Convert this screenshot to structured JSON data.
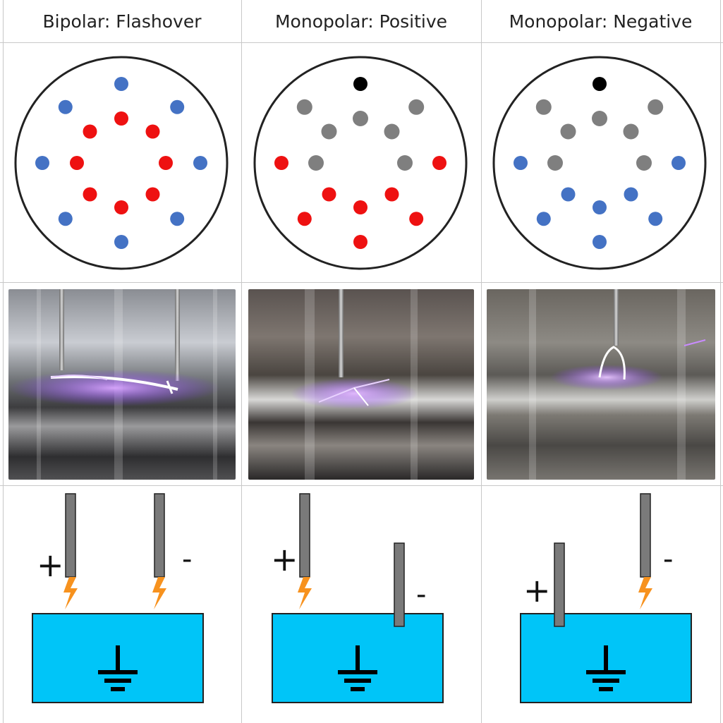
{
  "columns": [
    {
      "title": "Bipolar: Flashover",
      "dots": [
        {
          "pos": 0,
          "color": "blue"
        },
        {
          "pos": 45,
          "color": "blue"
        },
        {
          "pos": 90,
          "color": "blue"
        },
        {
          "pos": 135,
          "color": "blue"
        },
        {
          "pos": 180,
          "color": "blue"
        },
        {
          "pos": 225,
          "color": "blue"
        },
        {
          "pos": 270,
          "color": "blue"
        },
        {
          "pos": 315,
          "color": "blue"
        },
        {
          "pos": 0,
          "ring": "inner",
          "color": "red"
        },
        {
          "pos": 45,
          "ring": "inner",
          "color": "red"
        },
        {
          "pos": 90,
          "ring": "inner",
          "color": "red"
        },
        {
          "pos": 135,
          "ring": "inner",
          "color": "red"
        },
        {
          "pos": 180,
          "ring": "inner",
          "color": "red"
        },
        {
          "pos": 225,
          "ring": "inner",
          "color": "red"
        },
        {
          "pos": 270,
          "ring": "inner",
          "color": "red"
        },
        {
          "pos": 315,
          "ring": "inner",
          "color": "red"
        }
      ],
      "left_sign": "+",
      "right_sign": "-",
      "left_rod": "spark",
      "right_rod": "spark"
    },
    {
      "title": "Monopolar: Positive",
      "dots": [
        {
          "pos": 0,
          "color": "black"
        },
        {
          "pos": 45,
          "color": "gray"
        },
        {
          "pos": 90,
          "color": "red"
        },
        {
          "pos": 135,
          "color": "red"
        },
        {
          "pos": 180,
          "color": "red"
        },
        {
          "pos": 225,
          "color": "red"
        },
        {
          "pos": 270,
          "color": "red"
        },
        {
          "pos": 315,
          "color": "gray"
        },
        {
          "pos": 0,
          "ring": "inner",
          "color": "gray"
        },
        {
          "pos": 45,
          "ring": "inner",
          "color": "gray"
        },
        {
          "pos": 90,
          "ring": "inner",
          "color": "gray"
        },
        {
          "pos": 135,
          "ring": "inner",
          "color": "red"
        },
        {
          "pos": 180,
          "ring": "inner",
          "color": "red"
        },
        {
          "pos": 225,
          "ring": "inner",
          "color": "red"
        },
        {
          "pos": 270,
          "ring": "inner",
          "color": "gray"
        },
        {
          "pos": 315,
          "ring": "inner",
          "color": "gray"
        }
      ],
      "left_sign": "+",
      "right_sign": "-",
      "left_rod": "spark",
      "right_rod": "immersed"
    },
    {
      "title": "Monopolar: Negative",
      "dots": [
        {
          "pos": 0,
          "color": "black"
        },
        {
          "pos": 45,
          "color": "gray"
        },
        {
          "pos": 90,
          "color": "blue"
        },
        {
          "pos": 135,
          "color": "blue"
        },
        {
          "pos": 180,
          "color": "blue"
        },
        {
          "pos": 225,
          "color": "blue"
        },
        {
          "pos": 270,
          "color": "blue"
        },
        {
          "pos": 315,
          "color": "gray"
        },
        {
          "pos": 0,
          "ring": "inner",
          "color": "gray"
        },
        {
          "pos": 45,
          "ring": "inner",
          "color": "gray"
        },
        {
          "pos": 90,
          "ring": "inner",
          "color": "gray"
        },
        {
          "pos": 135,
          "ring": "inner",
          "color": "blue"
        },
        {
          "pos": 180,
          "ring": "inner",
          "color": "blue"
        },
        {
          "pos": 225,
          "ring": "inner",
          "color": "blue"
        },
        {
          "pos": 270,
          "ring": "inner",
          "color": "gray"
        },
        {
          "pos": 315,
          "ring": "inner",
          "color": "gray"
        }
      ],
      "left_sign": "+",
      "right_sign": "-",
      "left_rod": "immersed",
      "right_rod": "spark"
    }
  ],
  "colors": {
    "red": "#ee1111",
    "blue": "#4472c4",
    "gray": "#7f7f7f",
    "black": "#000000",
    "water": "#00c5f8",
    "rod": "#7a7a7a",
    "spark": "#f7921e",
    "plasma": "#b36cff"
  }
}
